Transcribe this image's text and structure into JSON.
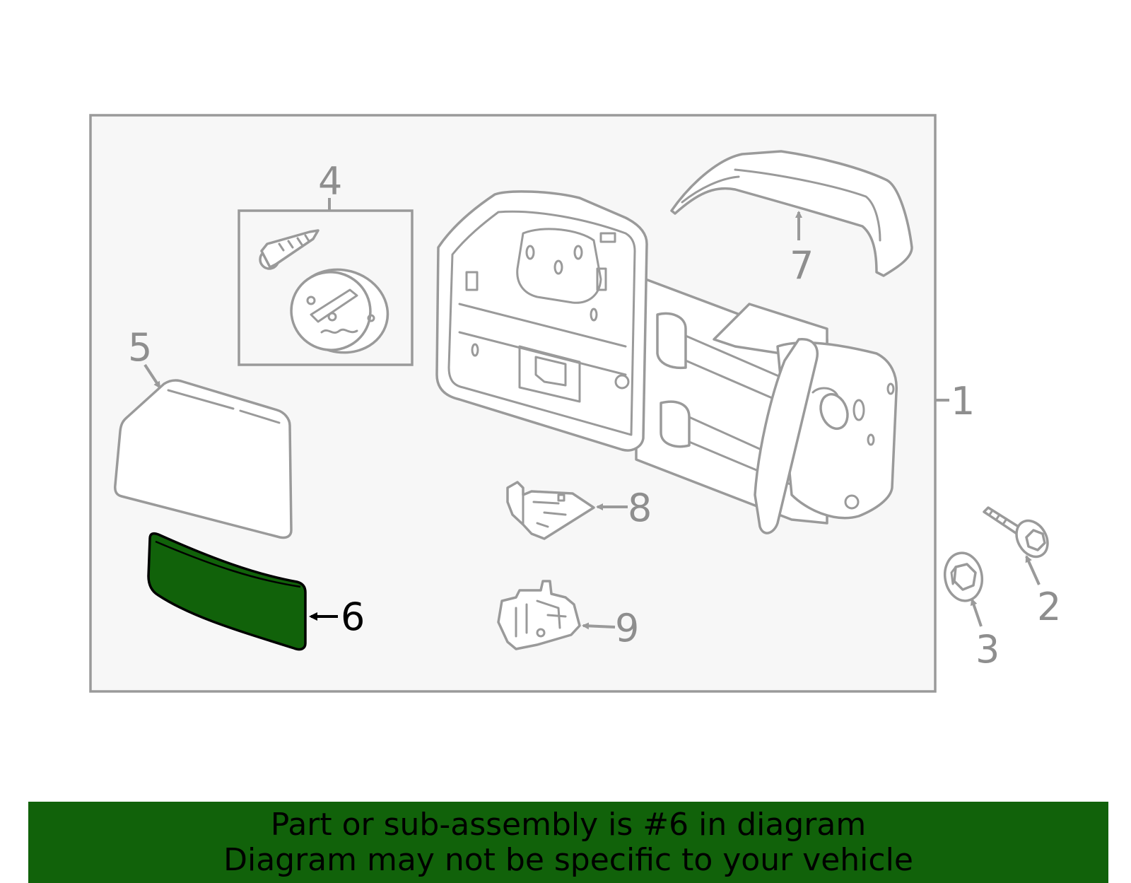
{
  "colors": {
    "highlight": "#11620a",
    "banner_bg": "#11620a",
    "line_gray": "#9a9a9a",
    "frame_bg": "#f7f7f7",
    "active_text": "#000000"
  },
  "diagram": {
    "callouts": {
      "c1": "1",
      "c2": "2",
      "c3": "3",
      "c4": "4",
      "c5": "5",
      "c6": "6",
      "c7": "7",
      "c8": "8",
      "c9": "9"
    },
    "highlighted_part": "6"
  },
  "banner": {
    "line1": "Part or sub-assembly is #6 in diagram",
    "line2": "Diagram may not be specific to your vehicle"
  }
}
